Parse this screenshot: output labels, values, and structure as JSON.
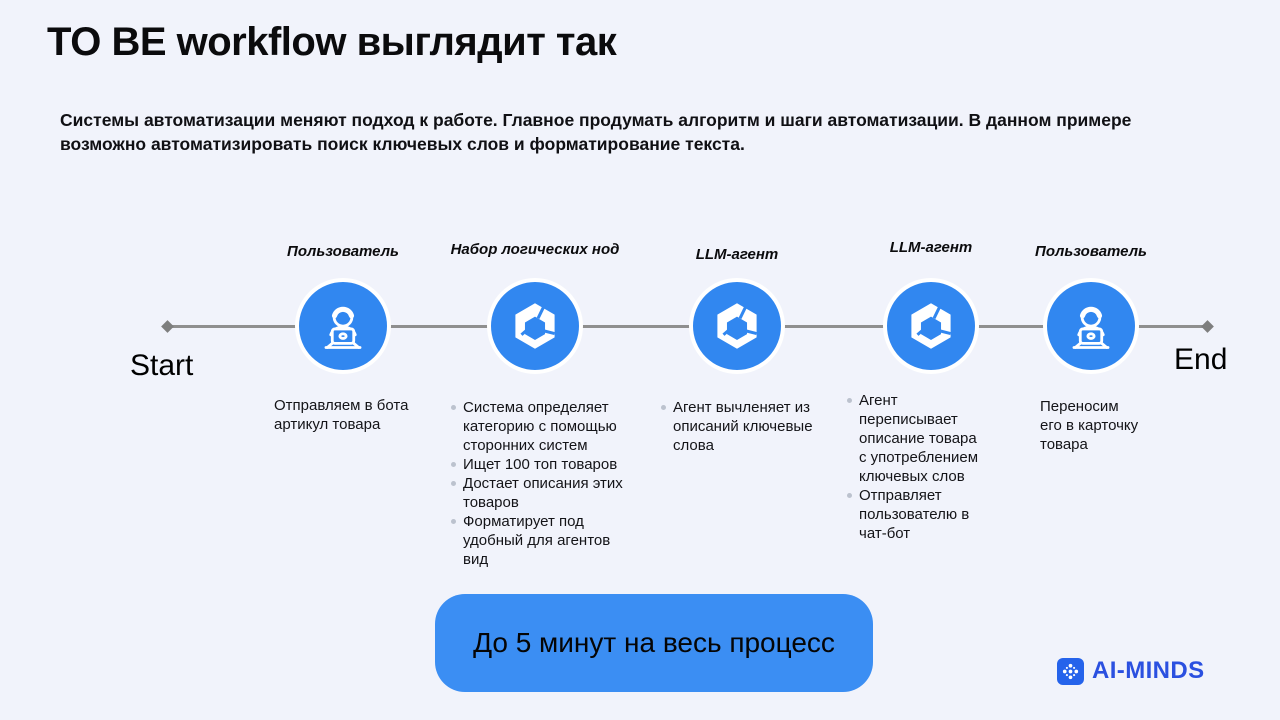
{
  "title": "TO BE workflow выглядит так",
  "subtitle": "Системы автоматизации меняют подход к работе. Главное продумать алгоритм и шаги автоматизации. В данном примере возможно автоматизировать поиск ключевых слов и форматирование текста.",
  "timeline": {
    "start_label": "Start",
    "end_label": "End",
    "nodes": [
      {
        "label": "Пользователь",
        "icon": "user-laptop-icon",
        "bulleted": false,
        "items": [
          "Отправляем в бота артикул товара"
        ]
      },
      {
        "label": "Набор логических нод",
        "icon": "cube-node-icon",
        "bulleted": true,
        "items": [
          "Система определяет категорию с помощью сторонних систем",
          "Ищет 100 топ товаров",
          "Достает описания этих товаров",
          "Форматирует под удобный для агентов вид"
        ]
      },
      {
        "label": "LLM-агент",
        "icon": "cube-node-icon",
        "bulleted": true,
        "items": [
          "Агент вычленяет из описаний ключевые слова"
        ]
      },
      {
        "label": "LLM-агент",
        "icon": "cube-node-icon",
        "bulleted": true,
        "items": [
          "Агент переписывает описание товара с употреблением ключевых слов",
          "Отправляет пользователю в чат-бот"
        ]
      },
      {
        "label": "Пользователь",
        "icon": "user-laptop-icon",
        "bulleted": false,
        "items": [
          "Переносим его в карточку товара"
        ]
      }
    ]
  },
  "callout": {
    "text": "До 5 минут на весь процесс"
  },
  "logo": {
    "icon": "dot-asterisk-icon",
    "text": "AI-MINDS"
  },
  "colors": {
    "node_blue": "#3187F0",
    "callout_blue": "#3B8EF3",
    "line_gray": "#8F8F8F",
    "logo_blue": "#2563EB",
    "logo_text_blue": "#2B50E0",
    "background": "#F1F3FB",
    "bullet_gray": "#BCC2CE"
  }
}
